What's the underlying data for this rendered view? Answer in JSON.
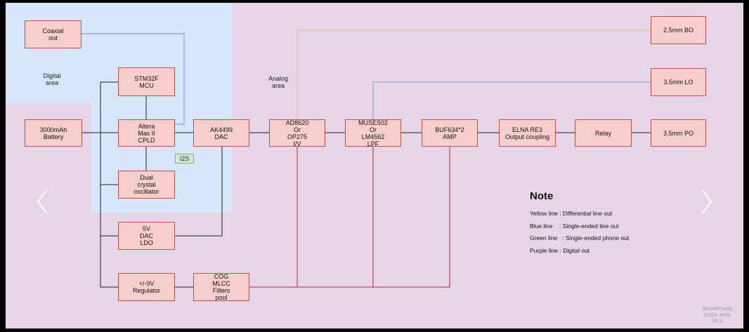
{
  "regions": {
    "digital_label": "Digital\narea",
    "analog_label": "Analog\narea"
  },
  "blocks": {
    "coaxial": "Coaxial\nout",
    "stm32": "STM32F\nMCU",
    "battery": "3000mAh\nBattery",
    "cpld": "Altera\nMax II\nCPLD",
    "dac": "AK4499\nDAC",
    "iv": "AD8620\nOr\nOP275\nI/V",
    "lpf": "MUSES02\nOr\nLM4562\nLPF",
    "amp": "BUF634*2\nAMP",
    "coupling": "ELNA RE3\nOutput coupling",
    "relay": "Relay",
    "po": "3.5mm PO",
    "bo": "2.5mm BO",
    "lo": "3.5mm LO",
    "osc": "Dual\ncrystal\noscillator",
    "ldo": "5V\nDAC\nLDO",
    "regulator": "+/-9V\nRegulator",
    "filters": "COG\nMLCC\nFilters\npool"
  },
  "i2s_label": "I2S",
  "note": {
    "title": "Note",
    "lines": [
      "Yellow line : Differential line out",
      "Blue line    : Single-ended line out",
      "Green line   : Single-ended phone out",
      "Purple line : Digital out"
    ]
  },
  "credit": "@IcedFrosty\nDSDs 4499\nv0.2",
  "colors": {
    "digital_bg": "#d6e6fb",
    "analog_bg": "#e5d5e7",
    "block_fill": "#f8cecc",
    "block_border": "#b85450",
    "yellow": "#e8b98b",
    "blue": "#7e95d8",
    "green": "#6cbf6c",
    "purple": "#8a84c6",
    "power": "#b5252b"
  },
  "icons": {
    "prev": "chevron-left-icon",
    "next": "chevron-right-icon"
  }
}
